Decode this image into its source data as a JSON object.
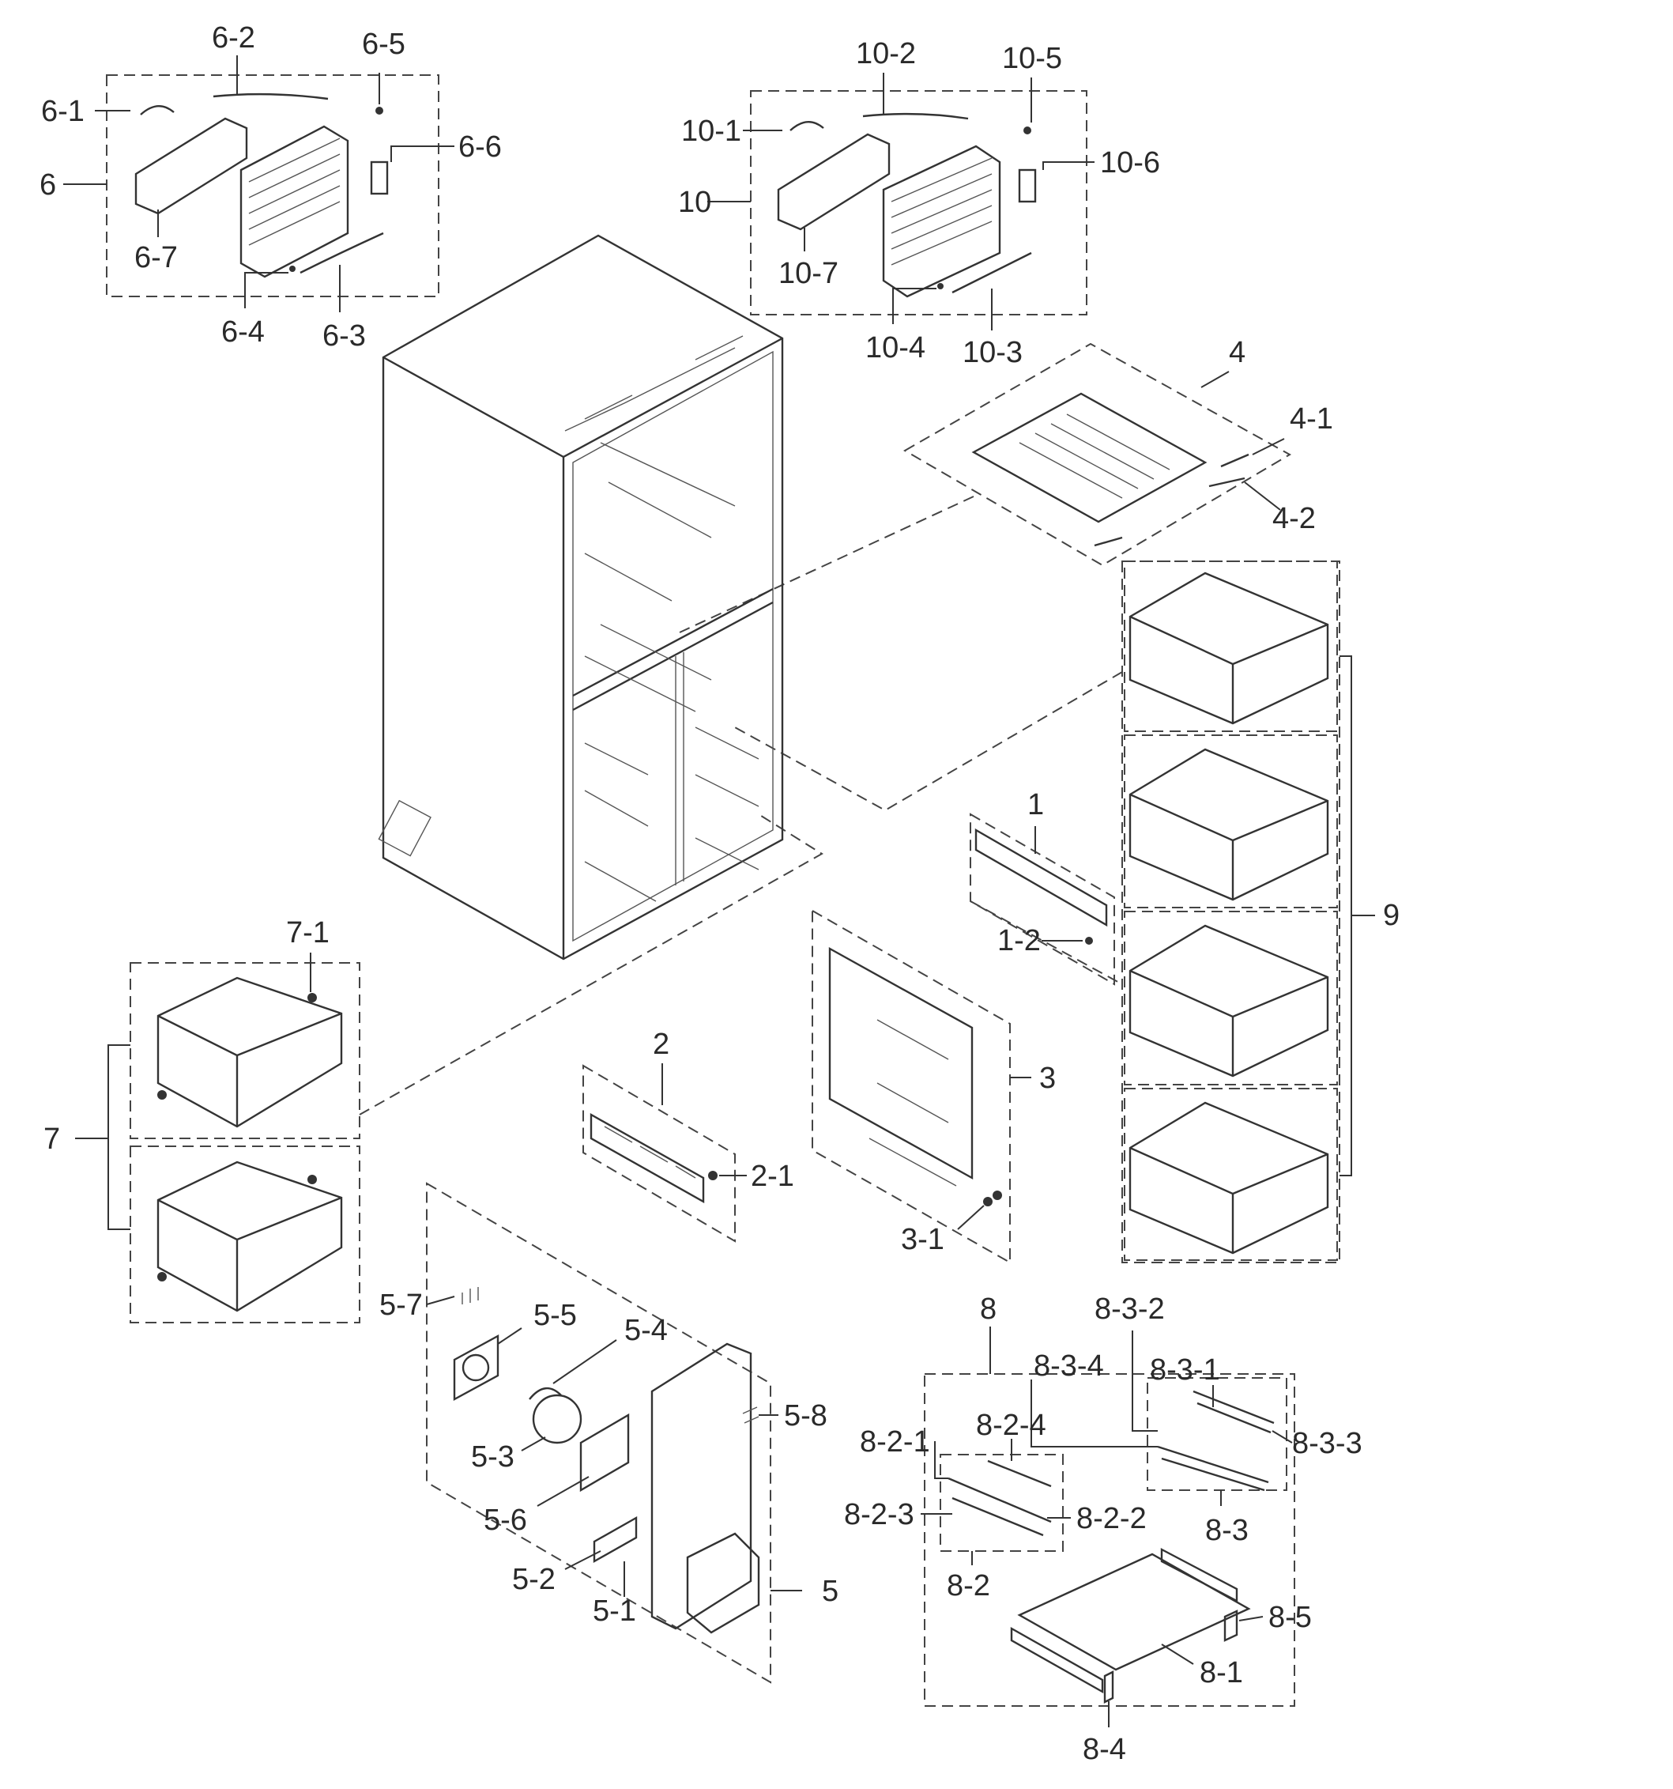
{
  "labels": {
    "l_6_2": "6-2",
    "l_6_5": "6-5",
    "l_6_1": "6-1",
    "l_6_6": "6-6",
    "l_6": "6",
    "l_6_7": "6-7",
    "l_6_4": "6-4",
    "l_6_3": "6-3",
    "l_10_2": "10-2",
    "l_10_5": "10-5",
    "l_10_1": "10-1",
    "l_10_6": "10-6",
    "l_10": "10",
    "l_10_7": "10-7",
    "l_10_4": "10-4",
    "l_10_3": "10-3",
    "l_4": "4",
    "l_4_1": "4-1",
    "l_4_2": "4-2",
    "l_1": "1",
    "l_1_2": "1-2",
    "l_9": "9",
    "l_7_1": "7-1",
    "l_7": "7",
    "l_2": "2",
    "l_2_1": "2-1",
    "l_3": "3",
    "l_3_1": "3-1",
    "l_5_7": "5-7",
    "l_5_5": "5-5",
    "l_5_4": "5-4",
    "l_5_8": "5-8",
    "l_5_3": "5-3",
    "l_5_6": "5-6",
    "l_5_2": "5-2",
    "l_5_1": "5-1",
    "l_5": "5",
    "l_8": "8",
    "l_8_3_2": "8-3-2",
    "l_8_3_4": "8-3-4",
    "l_8_3_1": "8-3-1",
    "l_8_2_4": "8-2-4",
    "l_8_2_1": "8-2-1",
    "l_8_3_3": "8-3-3",
    "l_8_2_3": "8-2-3",
    "l_8_2_2": "8-2-2",
    "l_8_3": "8-3",
    "l_8_2": "8-2",
    "l_8_5": "8-5",
    "l_8_1": "8-1",
    "l_8_4": "8-4"
  }
}
